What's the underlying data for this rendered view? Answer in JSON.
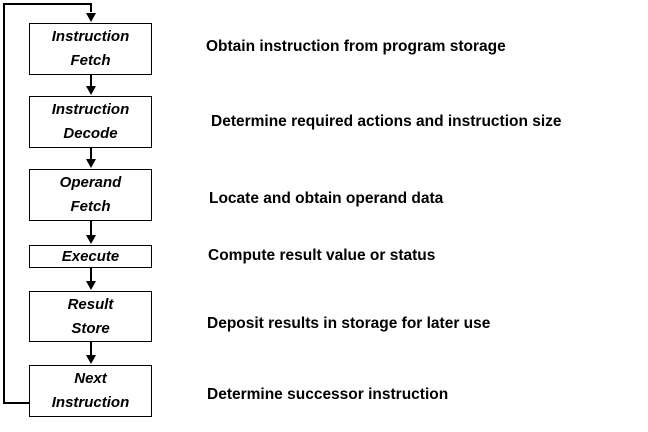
{
  "stages": [
    {
      "line1": "Instruction",
      "line2": "Fetch",
      "description": "Obtain instruction from program storage"
    },
    {
      "line1": "Instruction",
      "line2": "Decode",
      "description": "Determine required actions and instruction size"
    },
    {
      "line1": "Operand",
      "line2": "Fetch",
      "description": "Locate and obtain operand data"
    },
    {
      "line1": "Execute",
      "line2": "",
      "description": "Compute result value or status"
    },
    {
      "line1": "Result",
      "line2": "Store",
      "description": "Deposit results in storage for later use"
    },
    {
      "line1": "Next",
      "line2": "Instruction",
      "description": "Determine successor instruction"
    }
  ],
  "colors": {
    "line": "#000000",
    "box_fill": "#ffffff",
    "text": "#000000"
  }
}
